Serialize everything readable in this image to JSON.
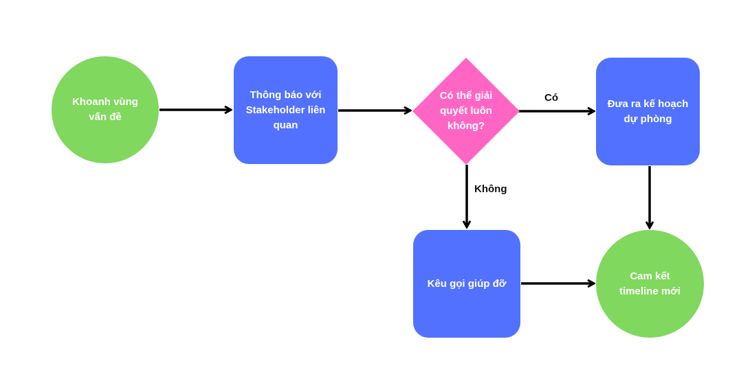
{
  "colors": {
    "circle": "#80d85e",
    "rect": "#5271ff",
    "diamond": "#ff66c4",
    "edge": "#000000",
    "text": "#ffffff"
  },
  "nodes": {
    "khoanh_vung": "Khoanh vùng\nvấn đề",
    "thong_bao": "Thông báo với\nStakeholder liên\nquan",
    "quyet_dinh": "Có thể giải\nquyết luôn\nkhông?",
    "du_phong": "Đưa ra kế hoạch\ndự phòng",
    "keu_goi": "Kêu gọi giúp đỡ",
    "cam_ket": "Cam kết\ntimeline mới"
  },
  "edge_labels": {
    "yes": "Có",
    "no": "Không"
  }
}
